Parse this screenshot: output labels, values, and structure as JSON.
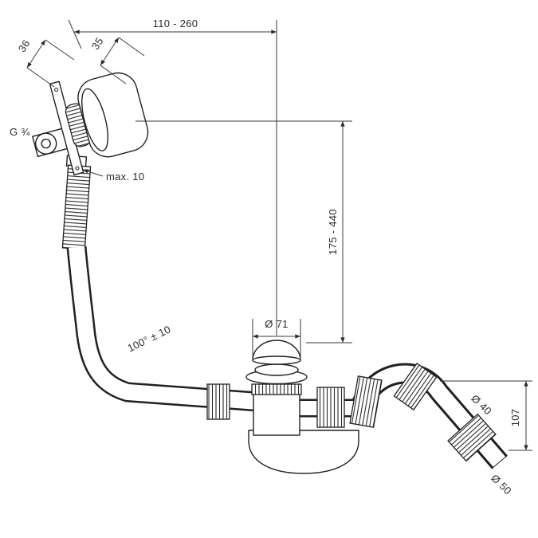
{
  "meta": {
    "background": "#ffffff",
    "line_color": "#212121",
    "description": "Dimension drawing of a bath waste / overflow and filler set with flexible hose, waste tee and outlet bend"
  },
  "labels": {
    "top_width": "110 - 260",
    "bracket_depth": "36",
    "cap_width": "35",
    "thread_size": "G ¾",
    "max_offset": "max. 10",
    "height_range": "175 - 440",
    "plug_diameter": "Ø 71",
    "hose_angle": "100° ± 10",
    "pipe_diameter": "Ø 40",
    "outlet_height": "107",
    "outlet_diameter": "Ø 50"
  }
}
